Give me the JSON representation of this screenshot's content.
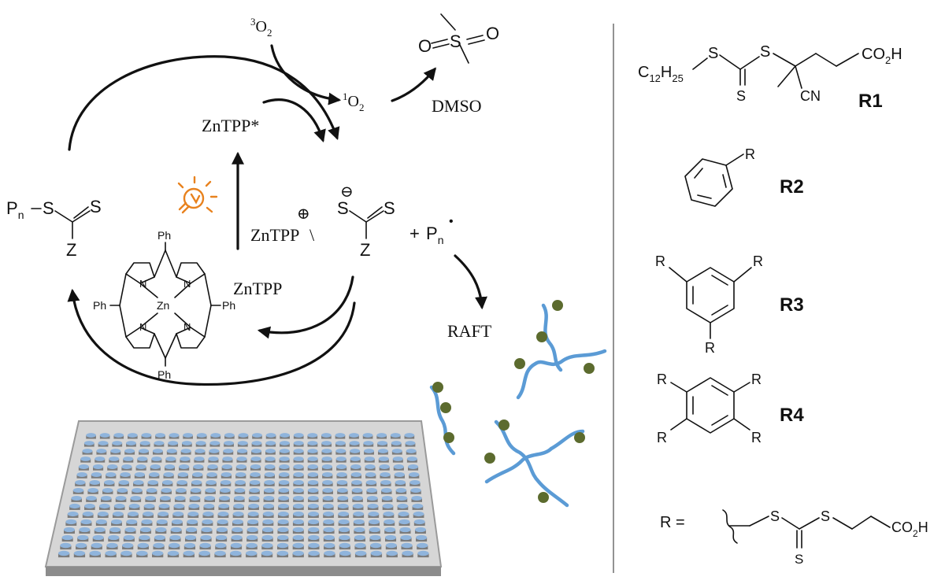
{
  "cycle": {
    "triplet_oxygen": {
      "sup": "3",
      "base": "O",
      "sub": "2"
    },
    "singlet_oxygen": {
      "sup": "1",
      "base": "O",
      "sub": "2"
    },
    "dmso_label": "DMSO",
    "dmso_atoms": {
      "oxygen": "O",
      "sulfur": "S"
    },
    "excited_label": "ZnTPP*",
    "cation_label": "ZnTPP",
    "cation_charge": "⊕",
    "cation_suffix": "\\",
    "ground_label": "ZnTPP",
    "anion_charge": "⊖",
    "raft_agent": {
      "pn": "P",
      "pn_sub": "n",
      "s": "S",
      "z": "Z"
    },
    "anion": {
      "s": "S",
      "z": "Z"
    },
    "radical": {
      "plus": "+",
      "p": "P",
      "sub": "n",
      "dot": "•"
    },
    "raft_label": "RAFT",
    "porphyrin": {
      "ph": "Ph",
      "n": "N",
      "zn": "Zn"
    }
  },
  "structures": {
    "r1": {
      "alkyl": {
        "c": "C",
        "c_sub": "12",
        "h": "H",
        "h_sub": "25"
      },
      "s": "S",
      "cn": "CN",
      "acid": {
        "base": "CO",
        "sub": "2",
        "h": "H"
      },
      "label": "R1"
    },
    "r2": {
      "label": "R2"
    },
    "r3": {
      "label": "R3"
    },
    "r4": {
      "label": "R4"
    },
    "substituent": "R",
    "r_definition": {
      "lhs": "R =",
      "s": "S",
      "acid": {
        "base": "CO",
        "sub": "2",
        "h": "H"
      }
    }
  },
  "colors": {
    "polymer_chain": "#5b9bd5",
    "polymer_bead": "#5c6b2e",
    "bulb": "#e8821e",
    "plate_well": "#8fb4dc",
    "plate_frame": "#9a9a9a",
    "divider": "#777777"
  }
}
